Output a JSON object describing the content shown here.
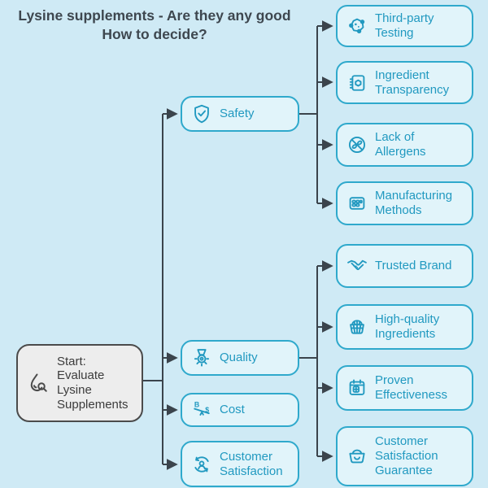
{
  "colors": {
    "background": "#cfeaf5",
    "node_fill": "#e1f4fa",
    "node_border": "#2fa9cc",
    "node_text": "#2199c0",
    "connector": "#3b444c",
    "start_fill": "#ededed",
    "start_border": "#4b4b4b",
    "start_text": "#3c3c3c",
    "title_text": "#3e474f"
  },
  "title": {
    "line1": "Lysine supplements - Are they any good",
    "line2": "How to decide?"
  },
  "flow": {
    "start": {
      "label": "Start: Evaluate Lysine Supplements",
      "icon": "droplet-search-icon"
    },
    "categories": [
      {
        "label": "Safety",
        "icon": "shield-check-icon"
      },
      {
        "label": "Quality",
        "icon": "medal-icon"
      },
      {
        "label": "Cost",
        "icon": "price-balance-icon"
      },
      {
        "label": "Customer Satisfaction",
        "icon": "customer-loop-icon"
      }
    ],
    "safety_factors": [
      {
        "label": "Third-party Testing",
        "icon": "lab-cell-icon"
      },
      {
        "label": "Ingredient Transparency",
        "icon": "ingredient-notebook-icon"
      },
      {
        "label": "Lack of Allergens",
        "icon": "no-allergens-icon"
      },
      {
        "label": "Manufacturing Methods",
        "icon": "blister-pack-icon"
      }
    ],
    "quality_factors": [
      {
        "label": "Trusted Brand",
        "icon": "handshake-icon"
      },
      {
        "label": "High-quality Ingredients",
        "icon": "woven-basket-icon"
      },
      {
        "label": "Proven Effectiveness",
        "icon": "calendar-plus-icon"
      },
      {
        "label": "Customer Satisfaction Guarantee",
        "icon": "smiling-basket-icon"
      }
    ]
  }
}
